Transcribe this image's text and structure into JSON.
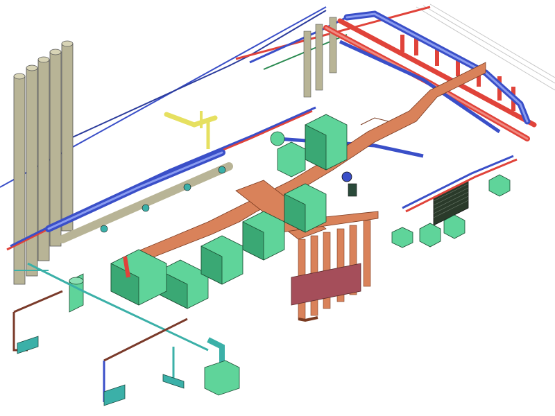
{
  "diagram": {
    "type": "isometric-mep-3d-model",
    "background": "#ffffff",
    "colors": {
      "supply_duct": "#d9825a",
      "duct_shadow": "#a5563a",
      "hot_pipe": "#e0433a",
      "hot_pipe_light": "#f08a80",
      "chilled_pipe": "#3a4fc8",
      "chilled_pipe_light": "#8a9cf0",
      "equipment": "#5fd49a",
      "equipment_dark": "#3aa874",
      "equipment_side": "#2f8c60",
      "stacks": "#b8b496",
      "stacks_dark": "#8c8a70",
      "gas_pipe": "#e6e060",
      "condensate": "#3bb0a8",
      "drain": "#7a3a2a",
      "grille": "#2a3a2a",
      "wall_line": "#c0c0c0"
    },
    "components": [
      {
        "name": "exhaust-stacks",
        "count": 5
      },
      {
        "name": "air-handling-units",
        "count": 6
      },
      {
        "name": "supply-duct-main"
      },
      {
        "name": "branch-duct-drops",
        "count": 6
      },
      {
        "name": "hot-water-loop"
      },
      {
        "name": "chilled-water-loop"
      },
      {
        "name": "gas-line"
      },
      {
        "name": "louver-grille"
      },
      {
        "name": "terminal-units",
        "count": 4
      }
    ]
  }
}
